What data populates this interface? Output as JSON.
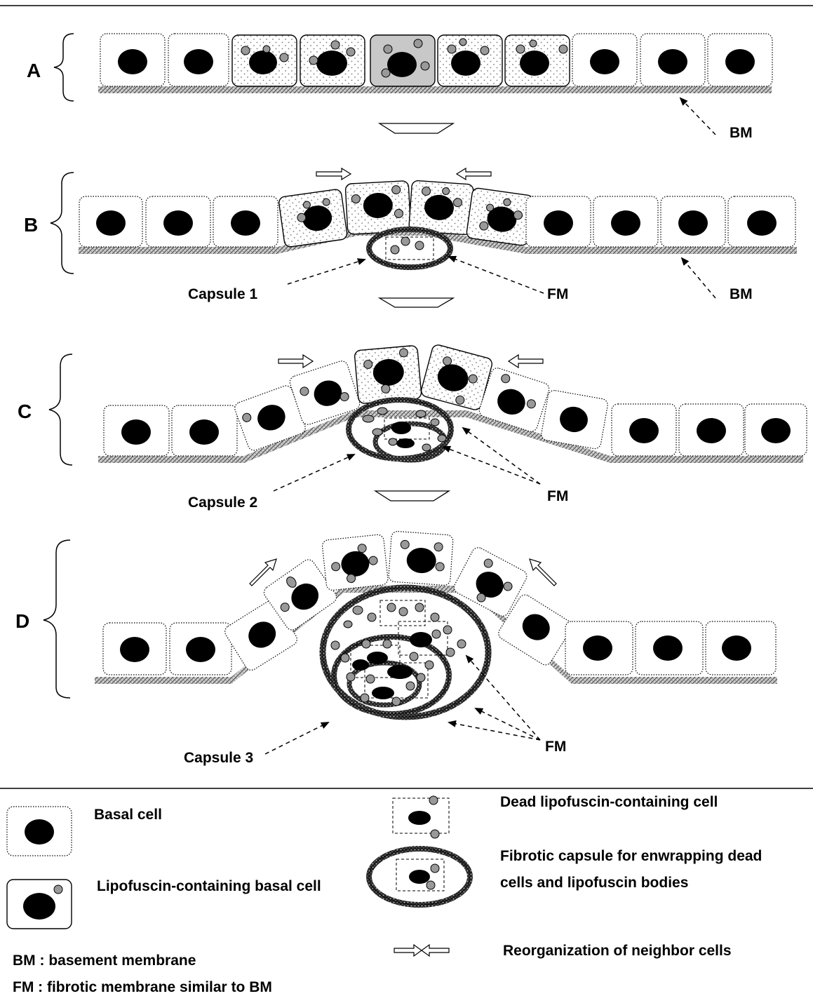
{
  "panels": {
    "a": "A",
    "b": "B",
    "c": "C",
    "d": "D"
  },
  "annotations": {
    "bm": "BM",
    "fm": "FM",
    "capsule_1": "Capsule 1",
    "capsule_2": "Capsule 2",
    "capsule_3": "Capsule 3"
  },
  "legend": {
    "basal_cell": "Basal cell",
    "lipofuscin_cell": "Lipofuscin-containing basal cell",
    "dead_cell": "Dead lipofuscin-containing cell",
    "fibrotic_capsule_line1": "Fibrotic capsule for enwrapping dead",
    "fibrotic_capsule_line2": "cells and lipofuscin bodies",
    "bm_def": "BM : basement membrane",
    "fm_def": "FM : fibrotic membrane similar to BM",
    "reorganization": "Reorganization of neighbor cells"
  },
  "colors": {
    "nucleus": "#000000",
    "lipofuscin": "#999999",
    "highlight_cell": "#c8c8c8",
    "membrane": "#9a9a9a"
  }
}
